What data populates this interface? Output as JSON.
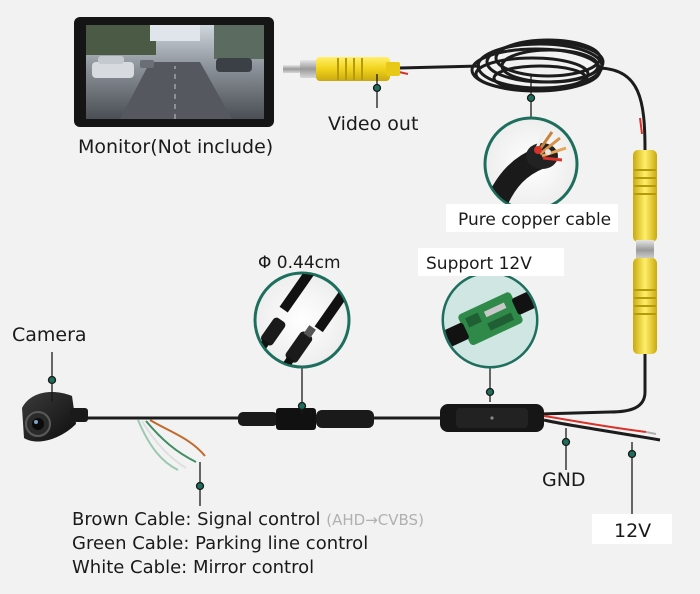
{
  "labels": {
    "monitor": "Monitor(Not include)",
    "video_out": "Video out",
    "pure_copper": "Pure copper cable",
    "diameter": "Φ 0.44cm",
    "support": "Support 12V",
    "camera": "Camera",
    "gnd": "GND",
    "v12": "12V"
  },
  "legend": [
    {
      "color": "Brown Cable:",
      "desc": "Signal control",
      "note": "(AHD→CVBS)"
    },
    {
      "color": "Green Cable:",
      "desc": "Parking line control",
      "note": ""
    },
    {
      "color": "White Cable:",
      "desc": "Mirror control",
      "note": ""
    }
  ],
  "colors": {
    "background": "#f2f2f2",
    "accent_teal": "#1e6e5e",
    "connector_yellow": "#f1d21b",
    "wire_red": "#d8322a"
  }
}
